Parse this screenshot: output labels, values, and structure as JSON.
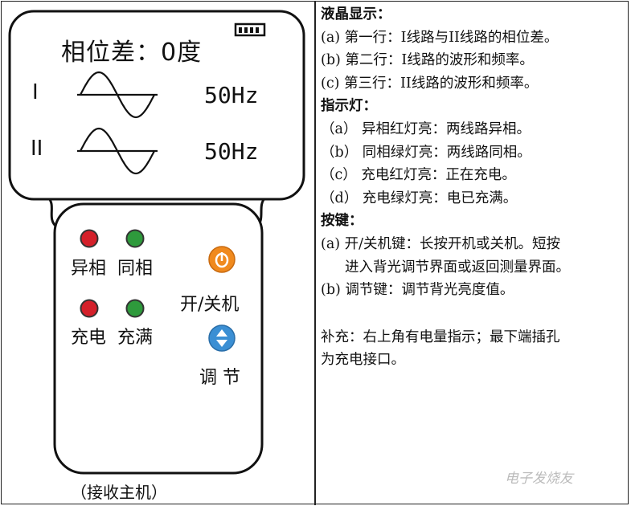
{
  "device": {
    "lcd_title": "相位差：0度",
    "line1_label": "I",
    "line1_freq": "50Hz",
    "line2_label": "II",
    "line2_freq": "50Hz",
    "led_labels": [
      "异相",
      "同相",
      "充电",
      "充满"
    ],
    "led_colors": [
      "#d4202a",
      "#2e9a3c",
      "#d4202a",
      "#2e9a3c"
    ],
    "power_key_label": "开/关机",
    "adjust_key_label": "调 节",
    "caption": "（接收主机）"
  },
  "desc": {
    "lcd_heading": "液晶显示：",
    "lcd_items": [
      "(a) 第一行：I线路与II线路的相位差。",
      "(b) 第二行：I线路的波形和频率。",
      "(c) 第三行：II线路的波形和频率。"
    ],
    "led_heading": "指示灯：",
    "led_items": [
      "（a）  异相红灯亮：两线路异相。",
      "（b）  同相绿灯亮：两线路同相。",
      "（c）  充电红灯亮：正在充电。",
      "（d）  充电绿灯亮：电已充满。"
    ],
    "key_heading": "按键：",
    "key_a_line1": "(a) 开/关机键：长按开机或关机。短按",
    "key_a_line2": "进入背光调节界面或返回测量界面。",
    "key_b": "(b) 调节键：调节背光亮度值。",
    "note_line1": "补充：右上角有电量指示；最下端插孔",
    "note_line2": "为充电接口。"
  },
  "watermark": "电子发烧友"
}
